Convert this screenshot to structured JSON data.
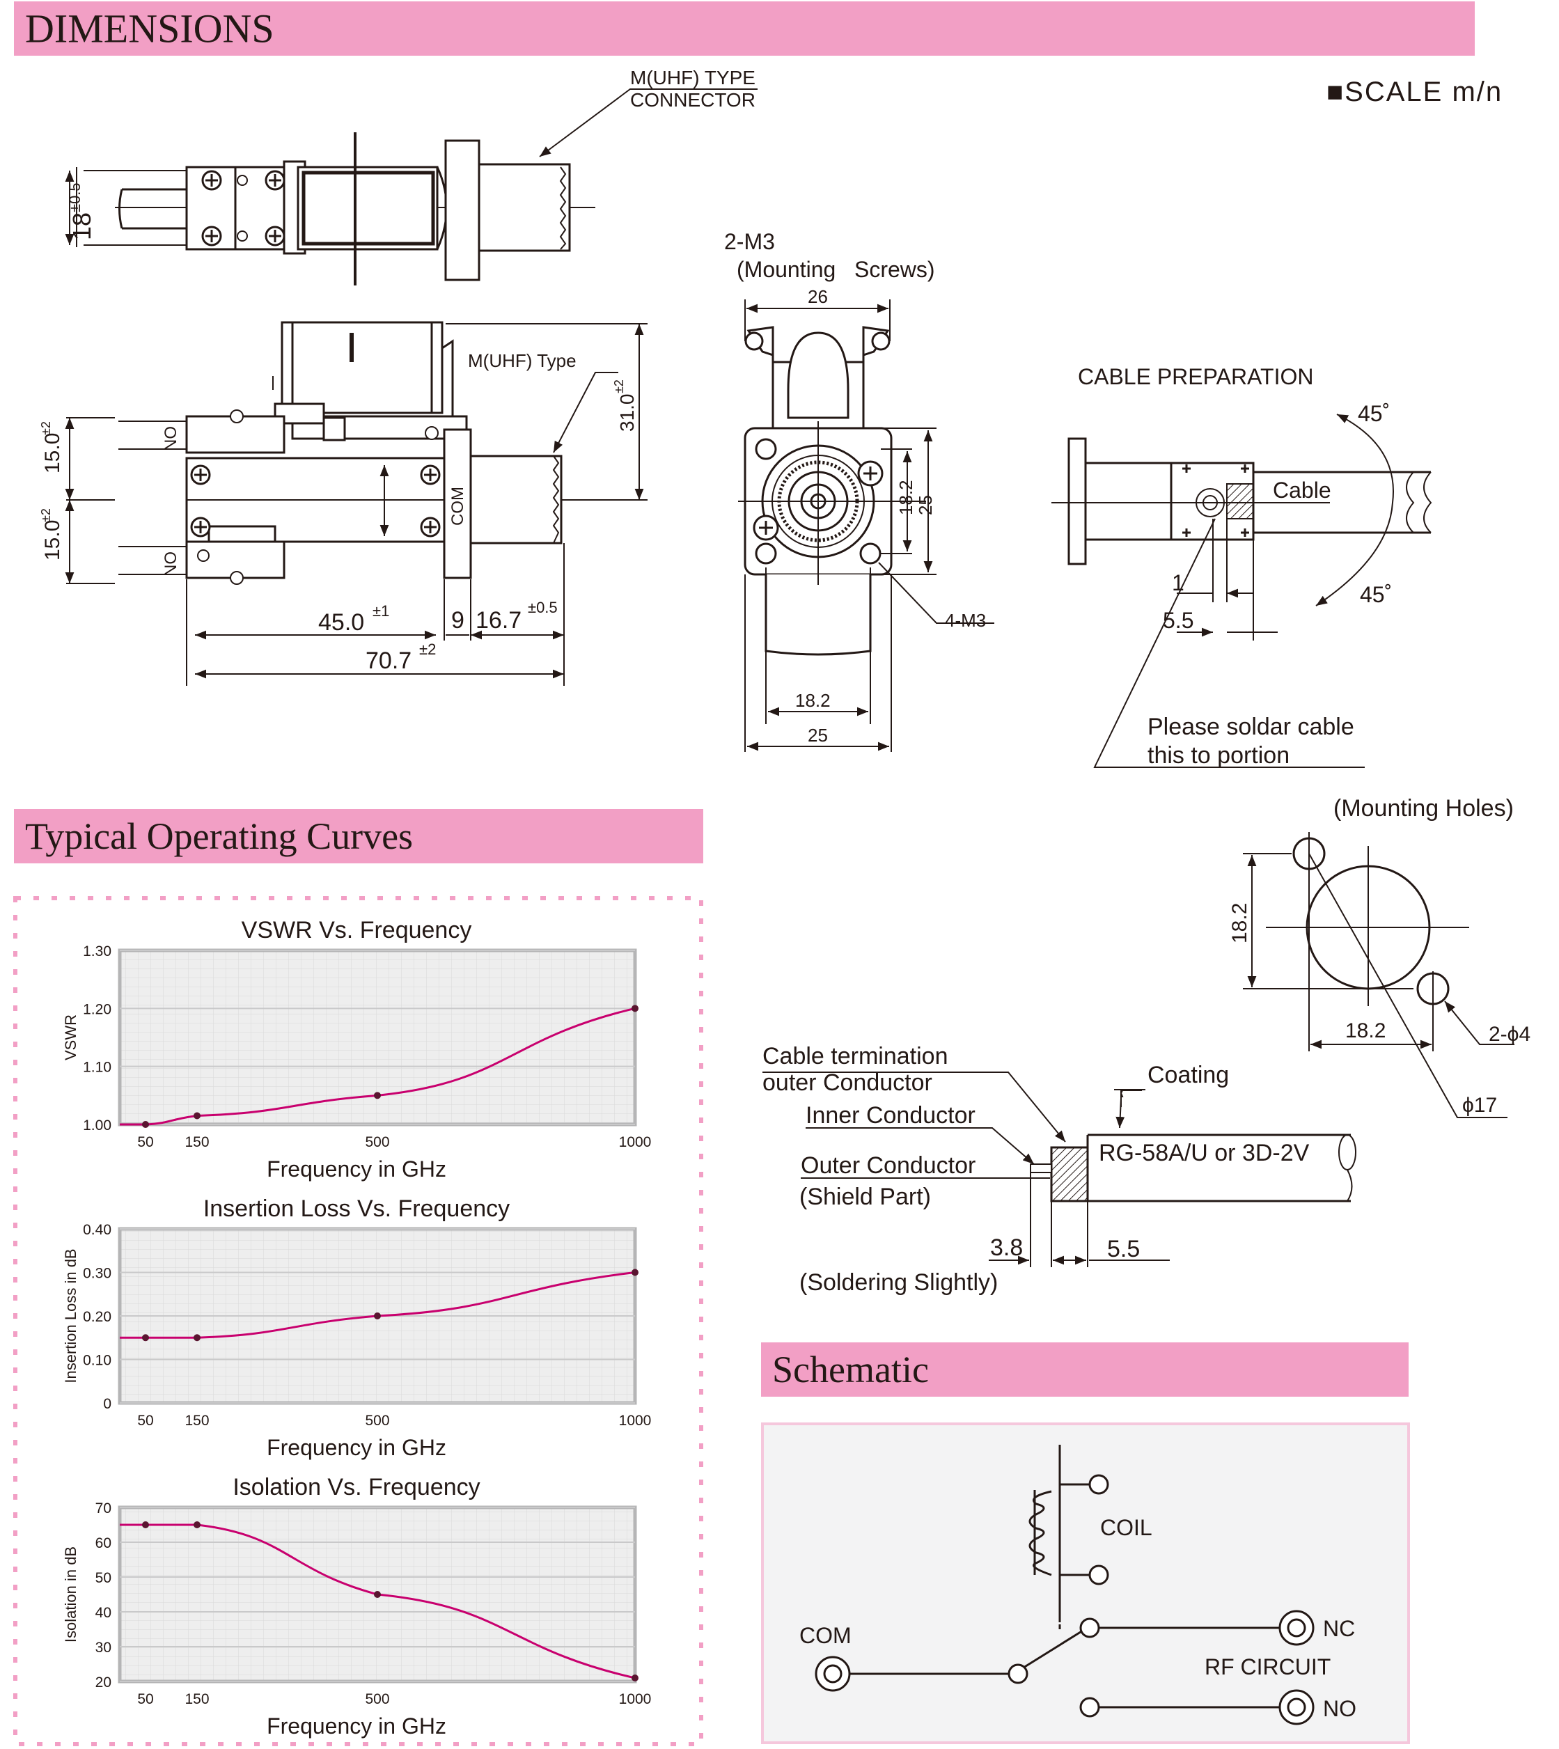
{
  "sections": {
    "dimensions": "DIMENSIONS",
    "curves": "Typical Operating Curves",
    "schematic": "Schematic"
  },
  "scale": "■SCALE m/n",
  "top_view": {
    "connector_label_1": "M(UHF)  TYPE",
    "connector_label_2": "CONNECTOR",
    "height_dim": "18",
    "height_tol": "±0.5"
  },
  "side_view": {
    "type_label": "M(UHF) Type",
    "no_upper": "NO",
    "no_lower": "NO",
    "com": "COM",
    "upper_dim": "15.0",
    "upper_tol": "±2",
    "lower_dim": "15.0",
    "lower_tol": "±2",
    "height_dim": "31.0",
    "height_tol": "±2",
    "len_a": "45.0",
    "len_a_tol": "±1",
    "len_b": "9",
    "len_c": "16.7",
    "len_c_tol": "±0.5",
    "len_total": "70.7",
    "len_total_tol": "±2"
  },
  "front_view": {
    "screws_1": "2-M3",
    "screws_2": "(Mounting   Screws)",
    "width_top": "26",
    "h1": "18.2",
    "h2": "25",
    "holes": "4-M3",
    "w1": "18.2",
    "w2": "25"
  },
  "cable_prep": {
    "title": "CABLE PREPARATION",
    "angle_top": "45˚",
    "angle_bottom": "45˚",
    "cable": "Cable",
    "d1": "1",
    "d2": "5.5",
    "note_1": "Please soldar cable",
    "note_2": "this to portion"
  },
  "mounting_holes": {
    "title": "(Mounting Holes)",
    "v_dim": "18.2",
    "h_dim": "18.2",
    "holes": "2-ϕ4",
    "dia": "ϕ17"
  },
  "cable_term": {
    "l1": "Cable termination",
    "l2": "outer Conductor",
    "l3": "Inner Conductor",
    "l4": "Outer Conductor",
    "l5": "(Shield Part)",
    "coating": "Coating",
    "cable": "RG-58A/U or 3D-2V",
    "d1": "3.8",
    "d2": "5.5",
    "note": "(Soldering Slightly)"
  },
  "schematic": {
    "coil": "COIL",
    "com": "COM",
    "nc": "NC",
    "rf": "RF CIRCUIT",
    "no": "NO"
  },
  "chart_data": [
    {
      "type": "line",
      "title": "VSWR Vs. Frequency",
      "xlabel": "Frequency in GHz",
      "ylabel": "VSWR",
      "x": [
        50,
        150,
        500,
        1000
      ],
      "y": [
        1.0,
        1.015,
        1.05,
        1.2
      ],
      "xticks": [
        "50",
        "150",
        "500",
        "1000"
      ],
      "yticks": [
        "1.00",
        "1.10",
        "1.20",
        "1.30"
      ],
      "ylim": [
        1.0,
        1.3
      ],
      "xlim": [
        0,
        1000
      ],
      "grid": true,
      "color": "#c8006e"
    },
    {
      "type": "line",
      "title": "Insertion Loss Vs. Frequency",
      "xlabel": "Frequency in GHz",
      "ylabel": "Insertion Loss in dB",
      "x": [
        50,
        150,
        500,
        1000
      ],
      "y": [
        0.15,
        0.15,
        0.2,
        0.3
      ],
      "xticks": [
        "50",
        "150",
        "500",
        "1000"
      ],
      "yticks": [
        "0",
        "0.10",
        "0.20",
        "0.30",
        "0.40"
      ],
      "ylim": [
        0,
        0.4
      ],
      "xlim": [
        0,
        1000
      ],
      "grid": true,
      "color": "#c8006e"
    },
    {
      "type": "line",
      "title": "Isolation Vs. Frequency",
      "xlabel": "Frequency in GHz",
      "ylabel": "Isolation in dB",
      "x": [
        50,
        150,
        500,
        1000
      ],
      "y": [
        65,
        65,
        45,
        21
      ],
      "xticks": [
        "50",
        "150",
        "500",
        "1000"
      ],
      "yticks": [
        "20",
        "30",
        "40",
        "50",
        "60",
        "70"
      ],
      "ylim": [
        20,
        70
      ],
      "xlim": [
        0,
        1000
      ],
      "grid": true,
      "color": "#c8006e"
    }
  ]
}
